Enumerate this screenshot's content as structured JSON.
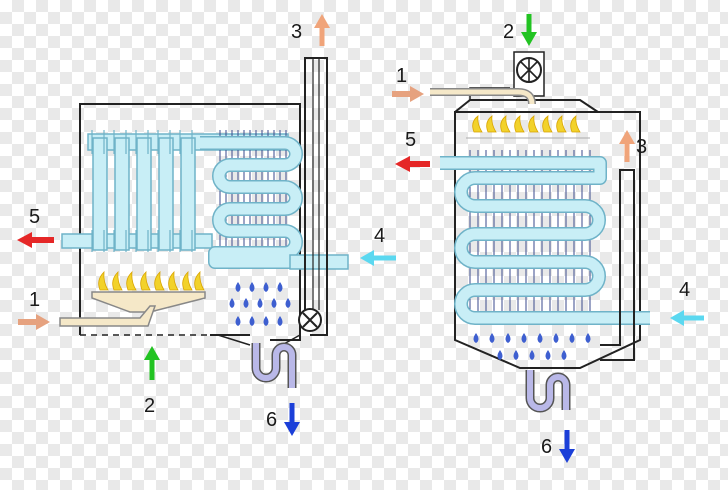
{
  "diagram": {
    "left_heater": {
      "labels": [
        "1",
        "2",
        "3",
        "4",
        "5",
        "6"
      ]
    },
    "right_heater": {
      "labels": [
        "1",
        "2",
        "3",
        "4",
        "5",
        "6"
      ]
    },
    "colors": {
      "pipe_fill": "#c8eef6",
      "pipe_stroke": "#6fb3c8",
      "flame": "#f2d22b",
      "burner": "#f5e8c8",
      "drop": "#3e5fd0",
      "drain": "#b9b8e8",
      "arrow_fuel": "#e6a27f",
      "arrow_air": "#22c322",
      "arrow_exhaust": "#f0a47a",
      "arrow_cold_in": "#5bd8f0",
      "arrow_hot_out": "#e52727",
      "arrow_condensate": "#1b3fd8"
    }
  }
}
